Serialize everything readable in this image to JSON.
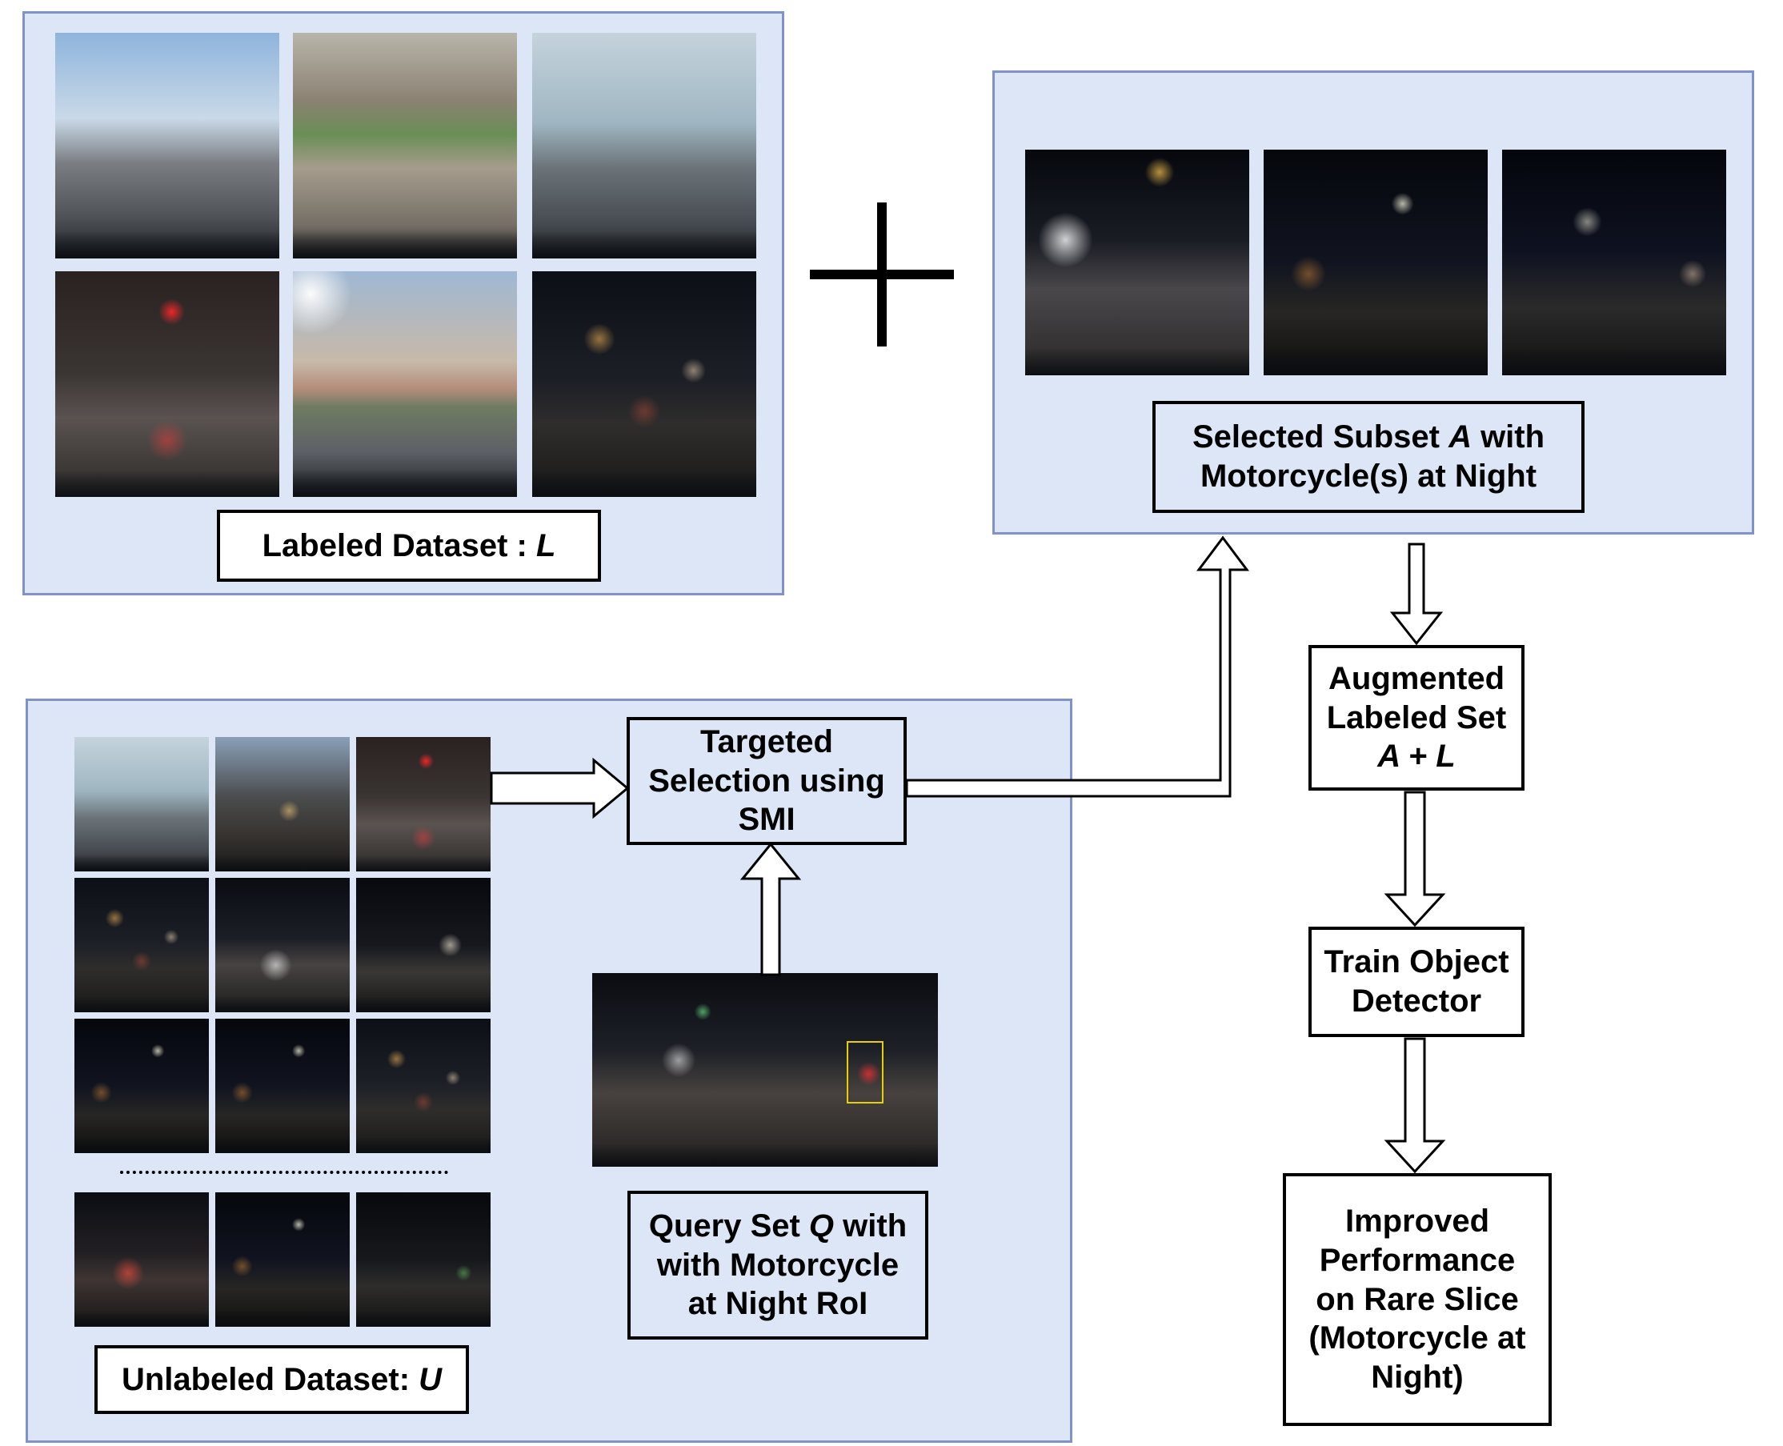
{
  "labeled_dataset": {
    "label_prefix": "Labeled Dataset : ",
    "label_var": "L",
    "image_icons": [
      "day-intersection-photo",
      "overpass-suv-photo",
      "palm-street-photo",
      "red-light-night-photo",
      "sun-glare-photo",
      "night-crosswalk-photo"
    ]
  },
  "plus_sign": "+",
  "selected_subset": {
    "line1_prefix": "Selected Subset ",
    "line1_var": "A",
    "line1_suffix": " with",
    "line2": "Motorcycle(s) at Night",
    "image_icons": [
      "night-car-photo",
      "night-wet-road-photo",
      "night-city-photo"
    ]
  },
  "augmented": {
    "line1": "Augmented",
    "line2": "Labeled Set",
    "line3": "A + L"
  },
  "train": {
    "line1": "Train Object",
    "line2": "Detector"
  },
  "improved": {
    "line1": "Improved",
    "line2": "Performance",
    "line3": "on Rare Slice",
    "line4": "(Motorcycle at",
    "line5": "Night)"
  },
  "targeted": {
    "line1": "Targeted",
    "line2": "Selection using",
    "line3": "SMI"
  },
  "query": {
    "line1_prefix": "Query Set ",
    "line1_var": "Q",
    "line1_suffix": " with",
    "line2": "with Motorcycle",
    "line3": "at Night RoI"
  },
  "unlabeled_dataset": {
    "label_prefix": "Unlabeled Dataset: ",
    "label_var": "U"
  },
  "colors": {
    "panel_fill": "#dce6f6",
    "panel_border": "#7f93c6",
    "box_border": "#000000",
    "roi_box": "#e8d000"
  }
}
